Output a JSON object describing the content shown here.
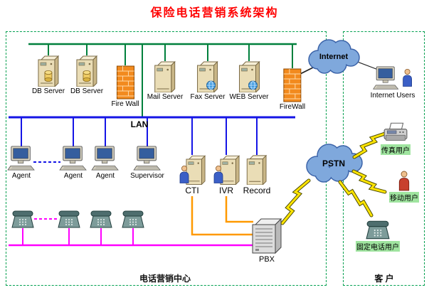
{
  "title": "保险电话营销系统架构",
  "zones": {
    "center": "电话营销中心",
    "customer": "客 户"
  },
  "nodes": {
    "db_server_1": "DB Server",
    "db_server_2": "DB Server",
    "firewall_1": "Fire Wall",
    "mail_server": "Mail Server",
    "fax_server": "Fax Server",
    "web_server": "WEB Server",
    "firewall_2": "FireWall",
    "internet": "Internet",
    "internet_users": "Internet Users",
    "lan": "LAN",
    "agent_1": "Agent",
    "agent_2": "Agent",
    "agent_3": "Agent",
    "supervisor": "Supervisor",
    "cti": "CTI",
    "ivr": "IVR",
    "record": "Record",
    "pbx": "PBX",
    "pstn": "PSTN",
    "fax_users": "传真用户",
    "mobile_users": "移动用户",
    "fixed_phone_users": "固定电话用户"
  },
  "colors": {
    "title_red": "#FF0000",
    "bus_green": "#00803C",
    "lan_blue": "#1414E6",
    "phone_magenta": "#FF00FF",
    "voice_orange": "#FF9900",
    "lightning_yellow": "#FFE400",
    "cloud_blue": "#7FA8DC",
    "zone_border_green": "#00A050",
    "firewall_orange": "#F28A1E"
  }
}
